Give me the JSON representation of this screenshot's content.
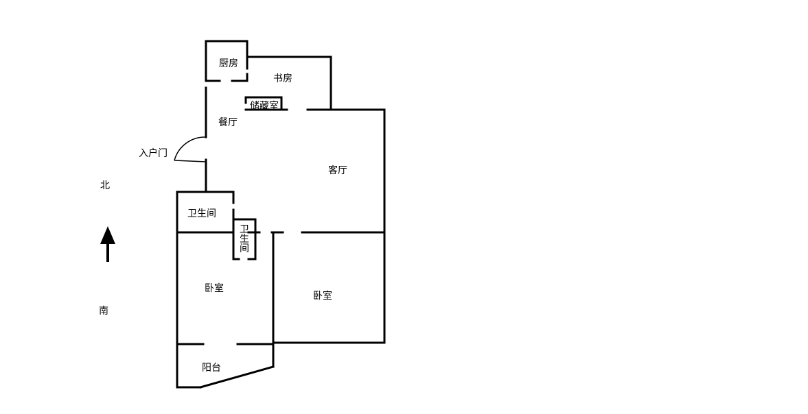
{
  "rooms": {
    "kitchen": "厨房",
    "study": "书房",
    "storage": "储藏室",
    "dining": "餐厅",
    "entrance": "入户门",
    "living": "客厅",
    "bathroom_main": "卫生间",
    "bathroom_small_1": "卫",
    "bathroom_small_2": "生",
    "bathroom_small_3": "间",
    "bedroom_left": "卧室",
    "bedroom_right": "卧室",
    "balcony": "阳台"
  },
  "compass": {
    "north": "北",
    "south": "南",
    "arrow_icon": "north-arrow-icon"
  },
  "colors": {
    "walls": "#000000",
    "background": "#ffffff"
  }
}
